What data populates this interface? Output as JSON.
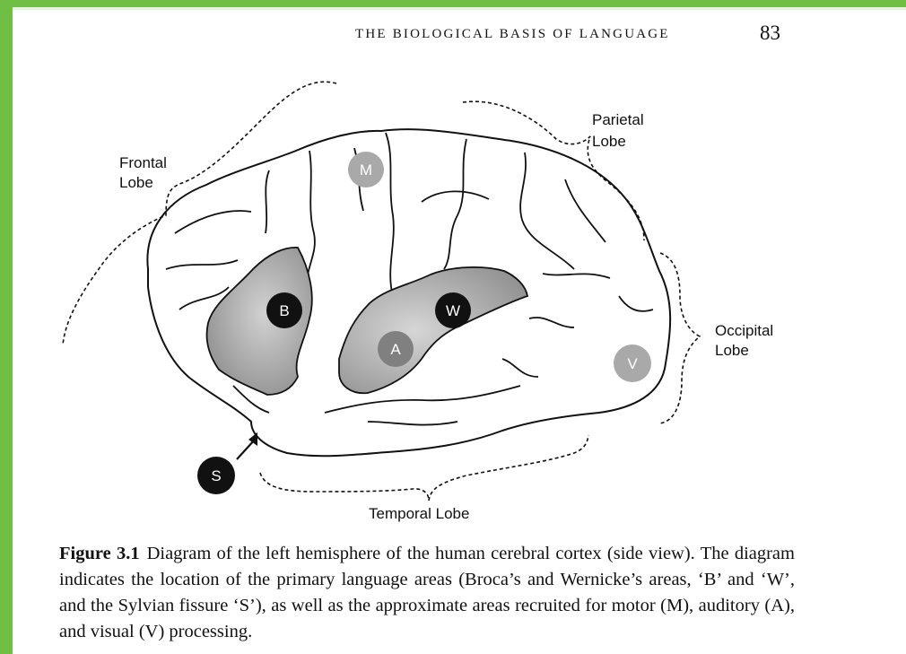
{
  "header": {
    "running_title": "THE BIOLOGICAL BASIS OF LANGUAGE",
    "page_number": "83"
  },
  "figure": {
    "lobe_labels": {
      "frontal_line1": "Frontal",
      "frontal_line2": "Lobe",
      "parietal_line1": "Parietal",
      "parietal_line2": "Lobe",
      "occipital_line1": "Occipital",
      "occipital_line2": "Lobe",
      "temporal": "Temporal Lobe"
    },
    "area_markers": {
      "motor": "M",
      "broca": "B",
      "wernicke": "W",
      "auditory": "A",
      "visual": "V",
      "sylvian": "S"
    },
    "colors": {
      "frame_green": "#6fbf44",
      "language_area_gray": "#a6a6a6",
      "dark_marker": "#111111",
      "light_marker": "#a9a9a9"
    }
  },
  "caption": {
    "label": "Figure 3.1",
    "text": "Diagram of the left hemisphere of the human cerebral cortex (side view). The diagram indicates the location of the primary language areas (Broca’s and Wernicke’s areas, ‘B’ and ‘W’, and the Sylvian fissure ‘S’), as well as the approximate areas recruited for motor (M), auditory (A), and visual (V) processing."
  }
}
